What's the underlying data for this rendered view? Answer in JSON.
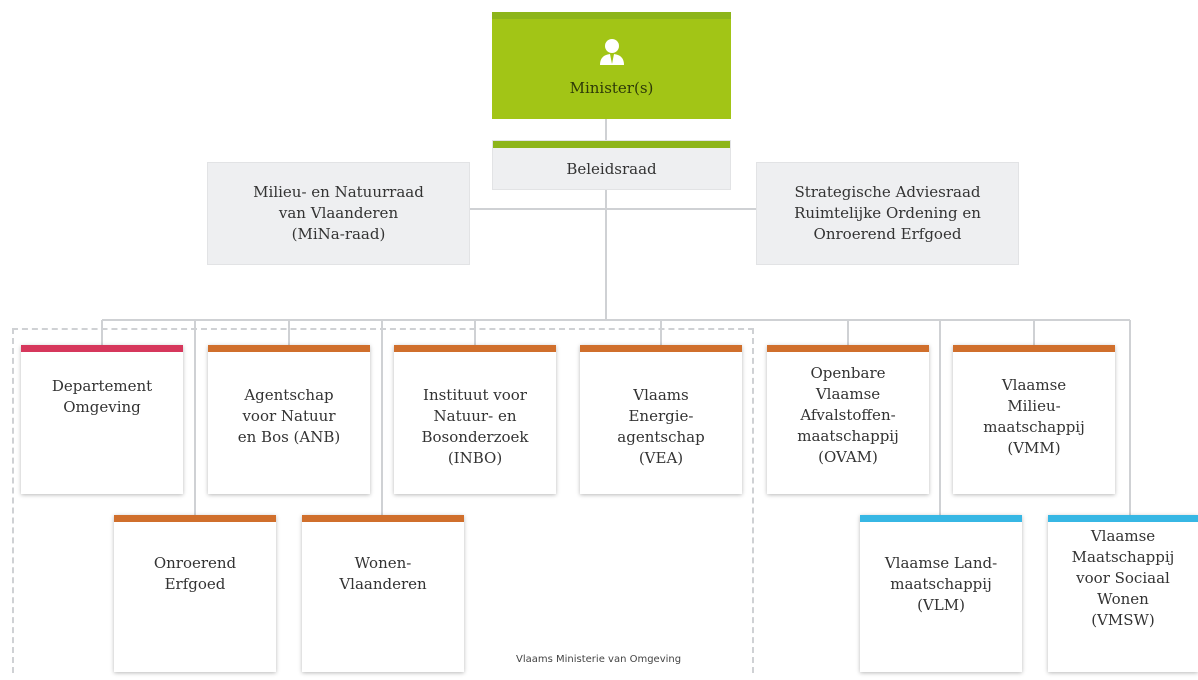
{
  "colors": {
    "minister": "#a2c516",
    "beleid_bar": "#8db51a",
    "departement": "#d6375c",
    "agency": "#d06f2c",
    "external": "#37b7e4",
    "line": "#cfd1d4"
  },
  "minister": {
    "label": "Minister(s)",
    "icon": "person-icon"
  },
  "beleidsraad": {
    "label": "Beleidsraad"
  },
  "advisory": {
    "left": "Milieu- en Natuurraad\nvan Vlaanderen\n(MiNa-raad)",
    "right": "Strategische Adviesraad\nRuimtelijke Ordening en\nOnroerend Erfgoed"
  },
  "entities": {
    "departement": "Departement\nOmgeving",
    "anb": "Agentschap\nvoor Natuur\nen Bos (ANB)",
    "inbo": "Instituut voor\nNatuur- en\nBosonderzoek\n(INBO)",
    "vea": "Vlaams\nEnergie-\nagentschap\n(VEA)",
    "ovam": "Openbare\nVlaamse\nAfvalstoffen-\nmaatschappij\n(OVAM)",
    "vmm": "Vlaamse\nMilieu-\nmaatschappij\n(VMM)",
    "onroerend": "Onroerend\nErfgoed",
    "wonen": "Wonen-\nVlaanderen",
    "vlm": "Vlaamse Land-\nmaatschappij\n(VLM)",
    "vmsw": "Vlaamse\nMaatschappij\nvoor Sociaal\nWonen\n(VMSW)"
  },
  "group_label": "Vlaams Ministerie van Omgeving"
}
